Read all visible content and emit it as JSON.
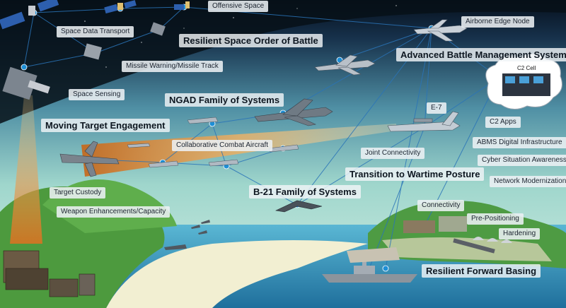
{
  "headings": {
    "space_order": "Resilient Space Order of Battle",
    "abms": "Advanced Battle Management System",
    "ngad": "NGAD Family of Systems",
    "moving_target": "Moving Target Engagement",
    "wartime": "Transition to Wartime Posture",
    "b21": "B-21 Family of Systems",
    "forward_basing": "Resilient Forward Basing"
  },
  "labels": {
    "offensive_space": "Offensive Space",
    "space_data_transport": "Space Data Transport",
    "missile_warning": "Missile Warning/Missile Track",
    "space_sensing": "Space Sensing",
    "airborne_edge_node": "Airborne Edge Node",
    "c2_cell": "C2 Cell",
    "c2_apps": "C2 Apps",
    "e7": "E-7",
    "abms_digital": "ABMS Digital Infrastructure",
    "cyber": "Cyber Situation Awareness",
    "network": "Network Modernization",
    "joint_connectivity": "Joint Connectivity",
    "cca": "Collaborative Combat Aircraft",
    "target_custody": "Target Custody",
    "weapon_enhancements": "Weapon Enhancements/Capacity",
    "connectivity": "Connectivity",
    "pre_positioning": "Pre-Positioning",
    "hardening": "Hardening"
  },
  "colors": {
    "sky_top": "#0a1422",
    "sky_mid": "#3f7f9a",
    "sky_low": "#b9e2d8",
    "sea": "#2e8fb5",
    "land": "#3f8a3a",
    "node": "#1e8fd6",
    "link": "#1f6fb8",
    "beam": "#f0a040"
  }
}
